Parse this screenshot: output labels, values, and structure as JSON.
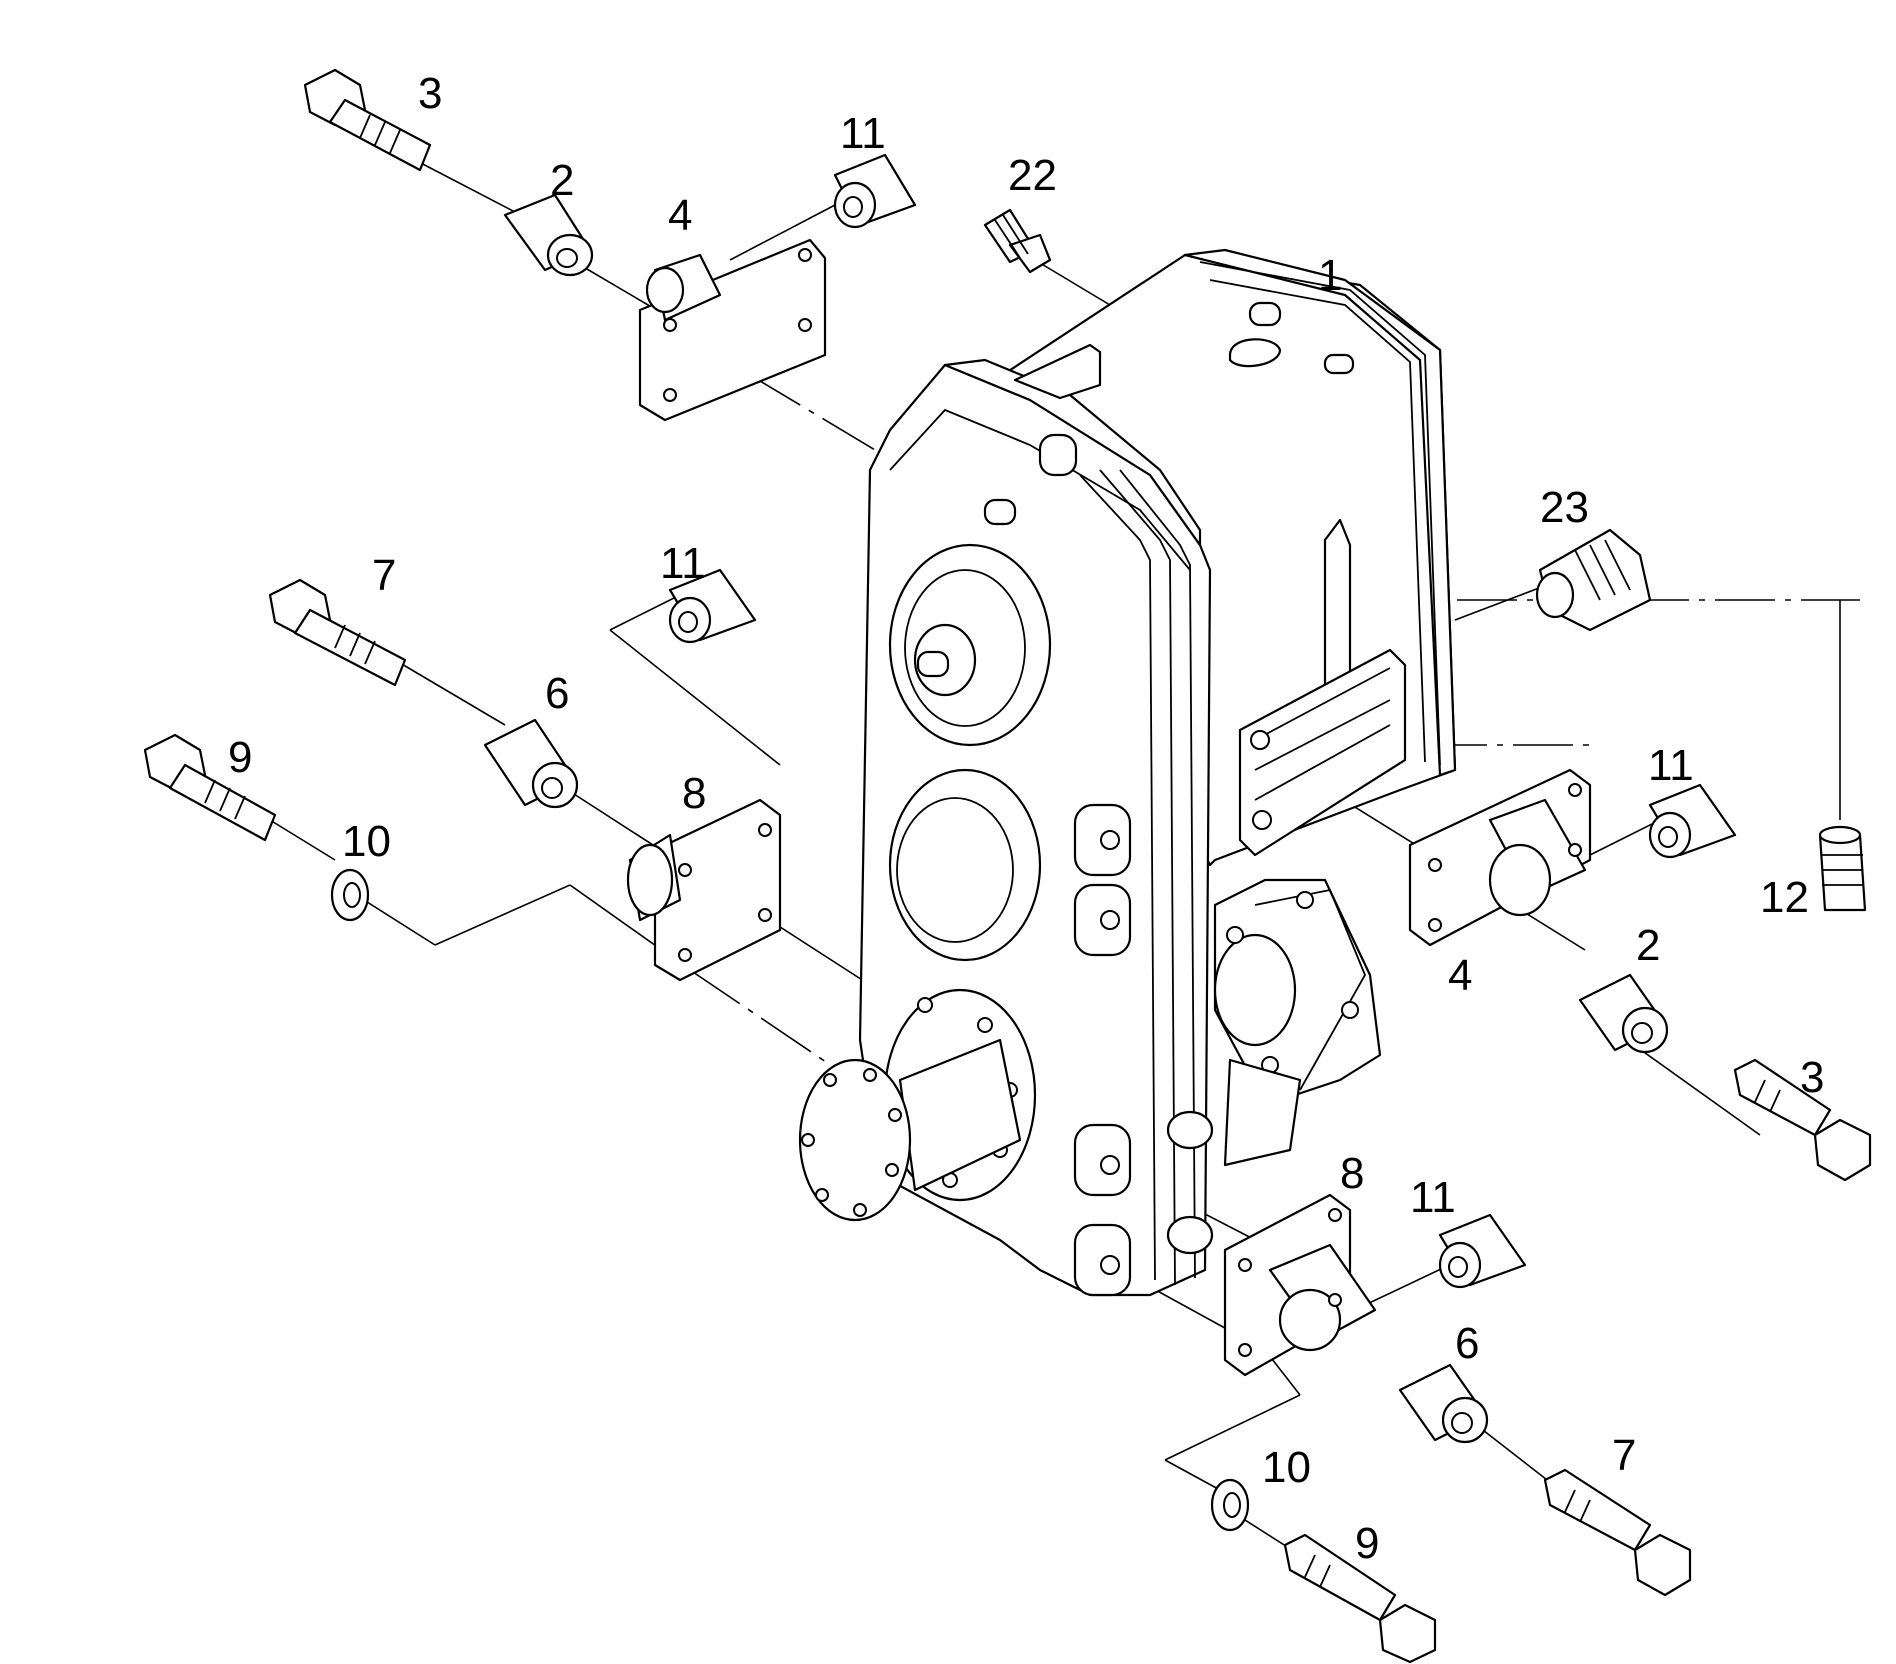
{
  "callouts": [
    {
      "id": "c-3-top",
      "text": "3"
    },
    {
      "id": "c-2-top",
      "text": "2"
    },
    {
      "id": "c-4-top",
      "text": "4"
    },
    {
      "id": "c-11-top",
      "text": "11"
    },
    {
      "id": "c-22",
      "text": "22"
    },
    {
      "id": "c-1",
      "text": "1"
    },
    {
      "id": "c-23",
      "text": "23"
    },
    {
      "id": "c-7-left",
      "text": "7"
    },
    {
      "id": "c-11-left",
      "text": "11"
    },
    {
      "id": "c-6-left",
      "text": "6"
    },
    {
      "id": "c-9-left",
      "text": "9"
    },
    {
      "id": "c-8-left",
      "text": "8"
    },
    {
      "id": "c-10-left",
      "text": "10"
    },
    {
      "id": "c-11-right",
      "text": "11"
    },
    {
      "id": "c-12",
      "text": "12"
    },
    {
      "id": "c-4-right",
      "text": "4"
    },
    {
      "id": "c-2-right",
      "text": "2"
    },
    {
      "id": "c-3-right",
      "text": "3"
    },
    {
      "id": "c-8-bottom",
      "text": "8"
    },
    {
      "id": "c-11-bottom",
      "text": "11"
    },
    {
      "id": "c-6-bottom",
      "text": "6"
    },
    {
      "id": "c-7-bottom",
      "text": "7"
    },
    {
      "id": "c-10-bottom",
      "text": "10"
    },
    {
      "id": "c-9-bottom",
      "text": "9"
    }
  ]
}
